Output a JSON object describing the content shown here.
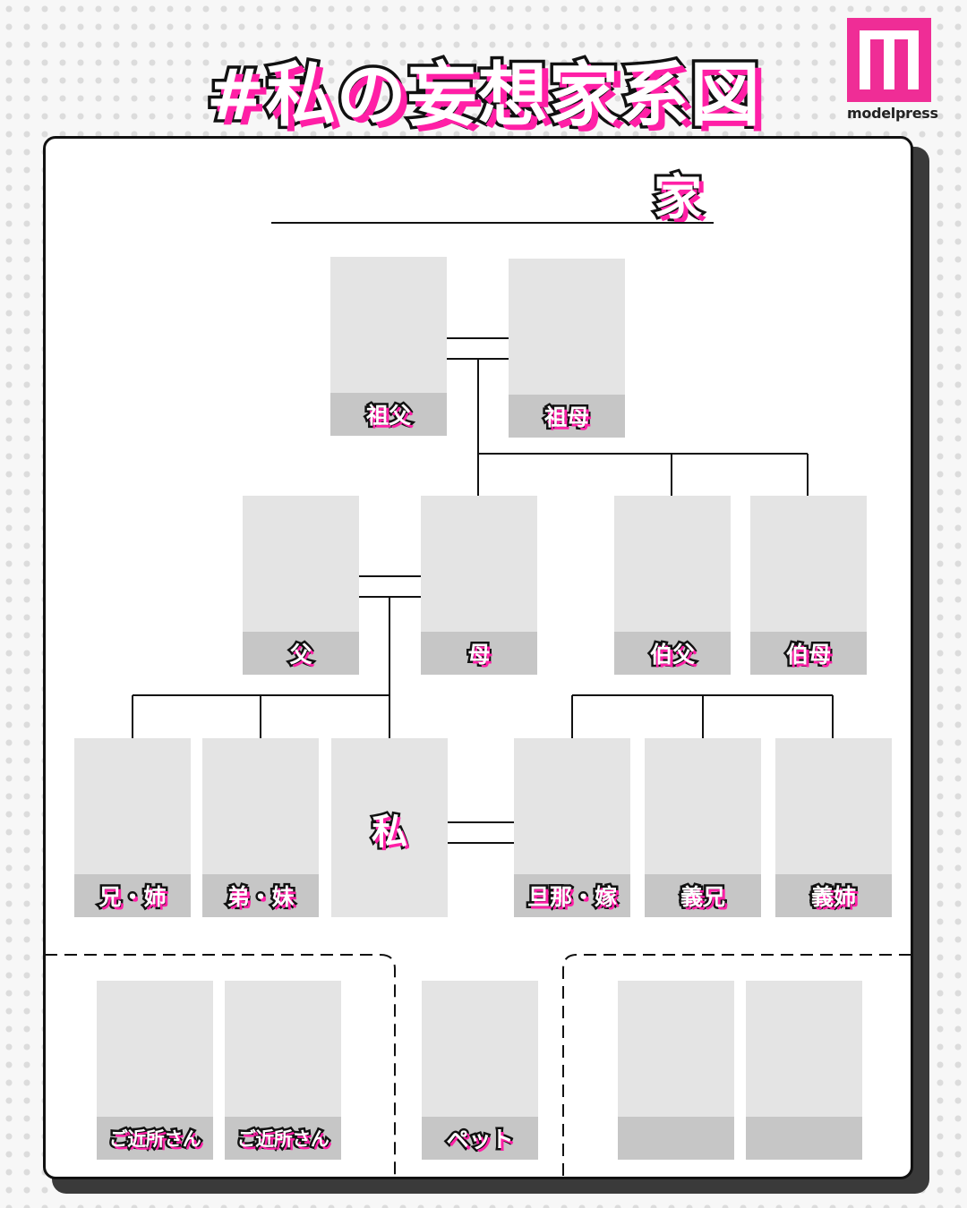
{
  "title": "#私の妄想家系図",
  "logo": {
    "text": "modelpress",
    "accent": "#ef2d96"
  },
  "family_name_suffix": "家",
  "colors": {
    "highlight": "#ff1fa6",
    "photo_bg": "#e4e4e4",
    "label_bg": "#c6c6c6"
  },
  "members": {
    "grandfather": "祖父",
    "grandmother": "祖母",
    "father": "父",
    "mother": "母",
    "uncle": "伯父",
    "aunt": "伯母",
    "older_sibling": "兄・姉",
    "younger_sibling": "弟・妹",
    "me": "私",
    "spouse": "旦那・嫁",
    "brother_in_law": "義兄",
    "sister_in_law": "義姉",
    "neighbor_1": "ご近所さん",
    "neighbor_2": "ご近所さん",
    "pet": "ペット",
    "extra_1": "",
    "extra_2": ""
  }
}
